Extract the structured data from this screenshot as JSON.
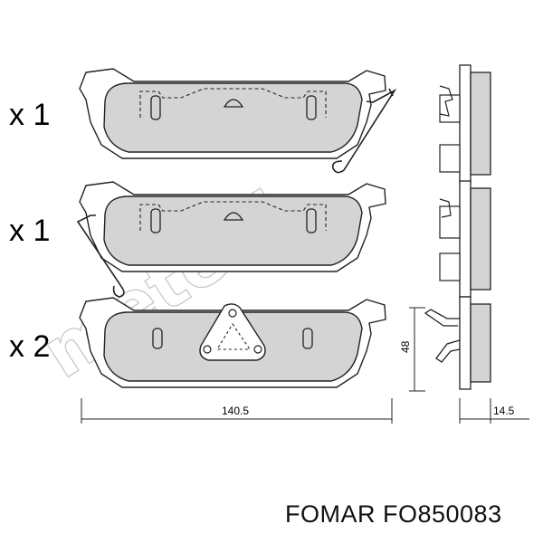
{
  "quantities": [
    "x 1",
    "x 1",
    "x 2"
  ],
  "dimensions": {
    "width": "140.5",
    "height": "48",
    "thickness": "14.5"
  },
  "watermark": "metelli",
  "caption": "FOMAR FO850083",
  "colors": {
    "pad_fill": "#d4d4d4",
    "line": "#222222",
    "watermark": "#c9c9c9"
  }
}
